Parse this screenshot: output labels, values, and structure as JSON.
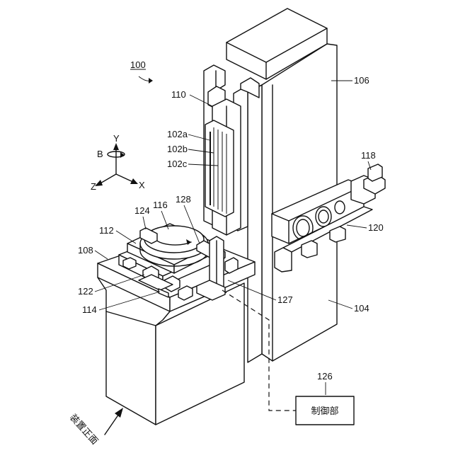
{
  "labels": {
    "apparatus": "100",
    "column": "106",
    "ram_head": "110",
    "scale_a": "102a",
    "scale_b": "102b",
    "scale_c": "102c",
    "motor": "118",
    "spindle_unit": "120",
    "rotary_table": "116",
    "fixture": "128",
    "clamp": "124",
    "pallet": "112",
    "saddle_base": "108",
    "slide": "122",
    "bed": "114",
    "cable": "127",
    "frame": "104",
    "controller_ref": "126",
    "controller": "制御部",
    "front": "装置正面"
  },
  "axes": {
    "y": "Y",
    "b": "B",
    "z": "Z",
    "x": "X"
  }
}
